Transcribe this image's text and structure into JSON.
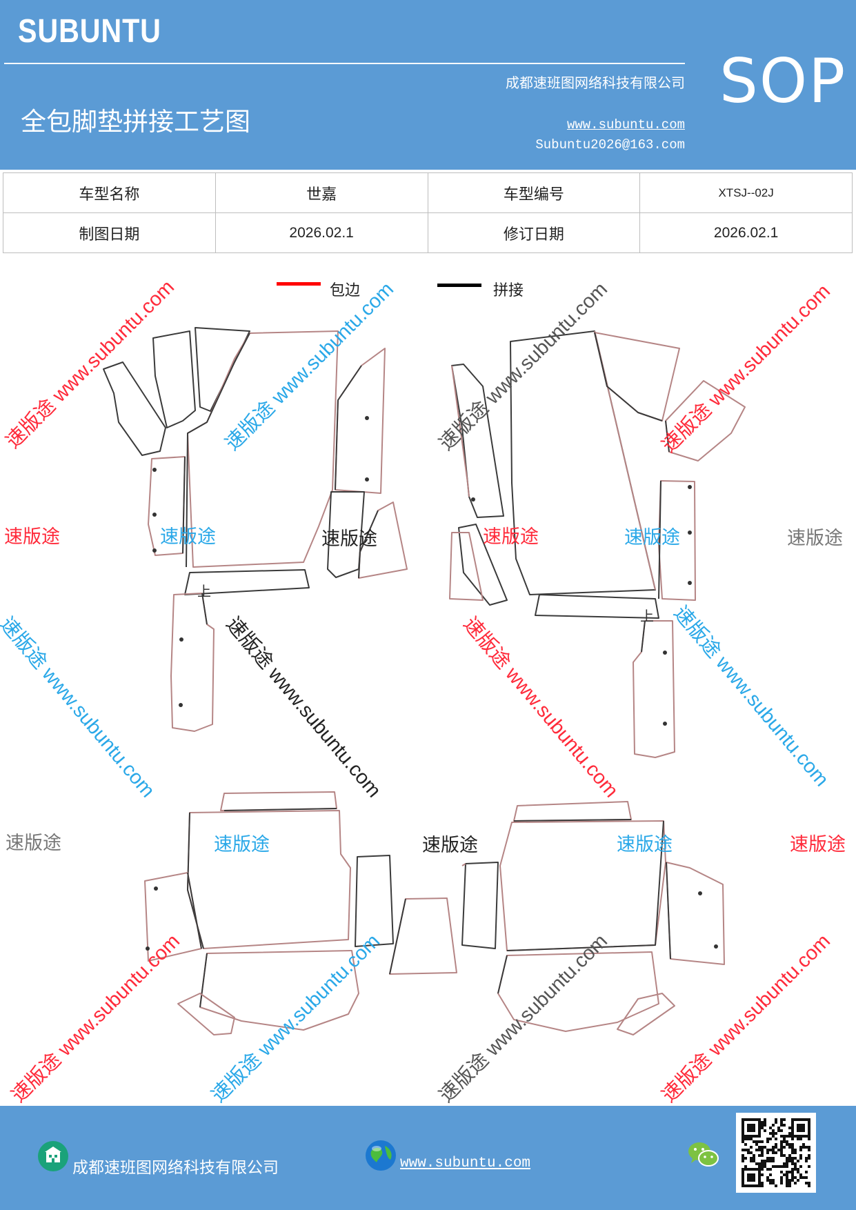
{
  "header": {
    "brand": "SUBUNTU",
    "company": "成都速班图网络科技有限公司",
    "title": "全包脚垫拼接工艺图",
    "website": "www.subuntu.com",
    "email": "Subuntu2026@163.com",
    "sop": "SOP"
  },
  "info_table": {
    "model_name_label": "车型名称",
    "model_name": "世嘉",
    "model_code_label": "车型编号",
    "model_code": "XTSJ--02J",
    "draw_date_label": "制图日期",
    "draw_date": "2026.02.1",
    "revise_date_label": "修订日期",
    "revise_date": "2026.02.1"
  },
  "legend": {
    "edge_label": "包边",
    "edge_color": "#ff0000",
    "join_label": "拼接",
    "join_color": "#000000"
  },
  "diagram": {
    "markers": [
      "上",
      "上"
    ]
  },
  "watermarks": {
    "brand_cn": "速版途",
    "brand_url": "速版途 www.subuntu.com",
    "colors": {
      "red": "#ff2a3a",
      "blue": "#2aa8e8",
      "gray": "#777777",
      "black": "#222222"
    }
  },
  "footer": {
    "company": "成都速班图网络科技有限公司",
    "website": "www.subuntu.com ",
    "icons": [
      "building-icon",
      "globe-icon",
      "wechat-icon",
      "qr-code"
    ]
  }
}
